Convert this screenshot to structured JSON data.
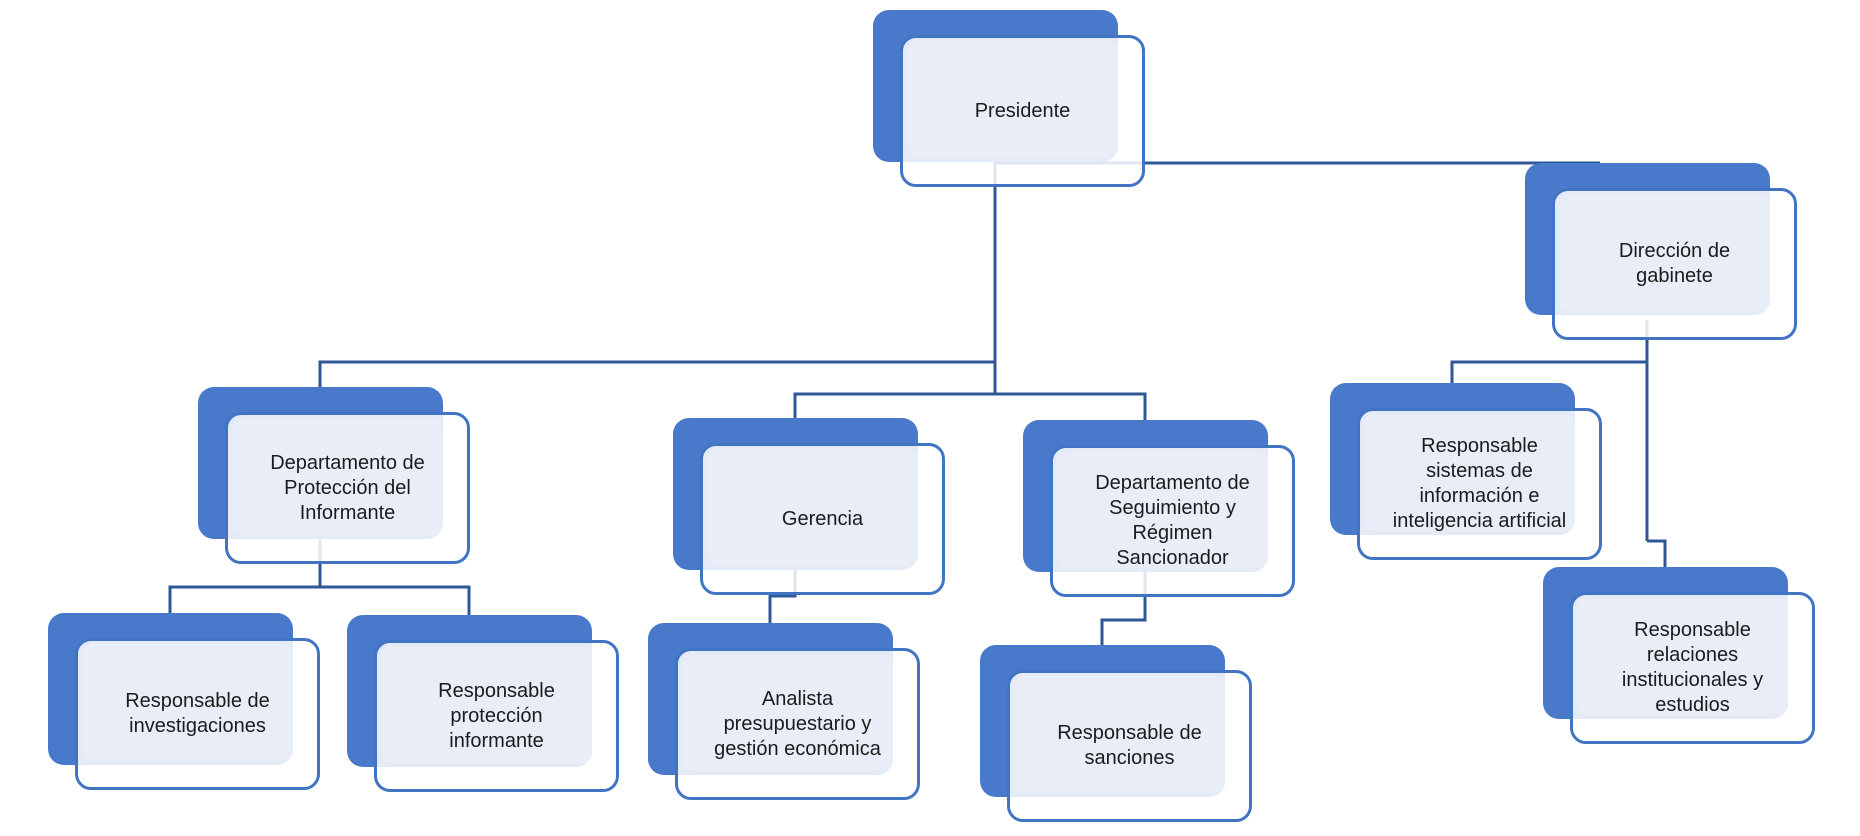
{
  "diagram": {
    "type": "org-chart",
    "colors": {
      "shape_fill": "#4979CA",
      "shape_border": "#4274C4",
      "panel_fill": "#E9EDF7",
      "connector": "#2F5795",
      "text": "#1B1B1B",
      "canvas_bg": "#FFFFFF"
    },
    "nodes": [
      {
        "id": "presidente",
        "label": "Presidente"
      },
      {
        "id": "direccion-gabinete",
        "label": "Dirección de\ngabinete"
      },
      {
        "id": "dep-proteccion",
        "label": "Departamento de\nProtección del\nInformante"
      },
      {
        "id": "gerencia",
        "label": "Gerencia"
      },
      {
        "id": "dep-seguimiento",
        "label": "Departamento de\nSeguimiento y\nRégimen\nSancionador"
      },
      {
        "id": "resp-sistemas",
        "label": "Responsable\nsistemas de\ninformación e\ninteligencia artificial"
      },
      {
        "id": "resp-relaciones",
        "label": "Responsable\nrelaciones\ninstitucionales y\nestudios"
      },
      {
        "id": "resp-investigaciones",
        "label": "Responsable de\ninvestigaciones"
      },
      {
        "id": "resp-proteccion",
        "label": "Responsable\nprotección\ninformante"
      },
      {
        "id": "analista",
        "label": "Analista\npresupuestario y\ngestión económica"
      },
      {
        "id": "resp-sanciones",
        "label": "Responsable  de\nsanciones"
      }
    ],
    "edges": [
      {
        "from": "presidente",
        "to": "direccion-gabinete"
      },
      {
        "from": "presidente",
        "to": "dep-proteccion"
      },
      {
        "from": "presidente",
        "to": "gerencia"
      },
      {
        "from": "presidente",
        "to": "dep-seguimiento"
      },
      {
        "from": "direccion-gabinete",
        "to": "resp-sistemas"
      },
      {
        "from": "direccion-gabinete",
        "to": "resp-relaciones"
      },
      {
        "from": "dep-proteccion",
        "to": "resp-investigaciones"
      },
      {
        "from": "dep-proteccion",
        "to": "resp-proteccion"
      },
      {
        "from": "gerencia",
        "to": "analista"
      },
      {
        "from": "dep-seguimiento",
        "to": "resp-sanciones"
      }
    ]
  }
}
